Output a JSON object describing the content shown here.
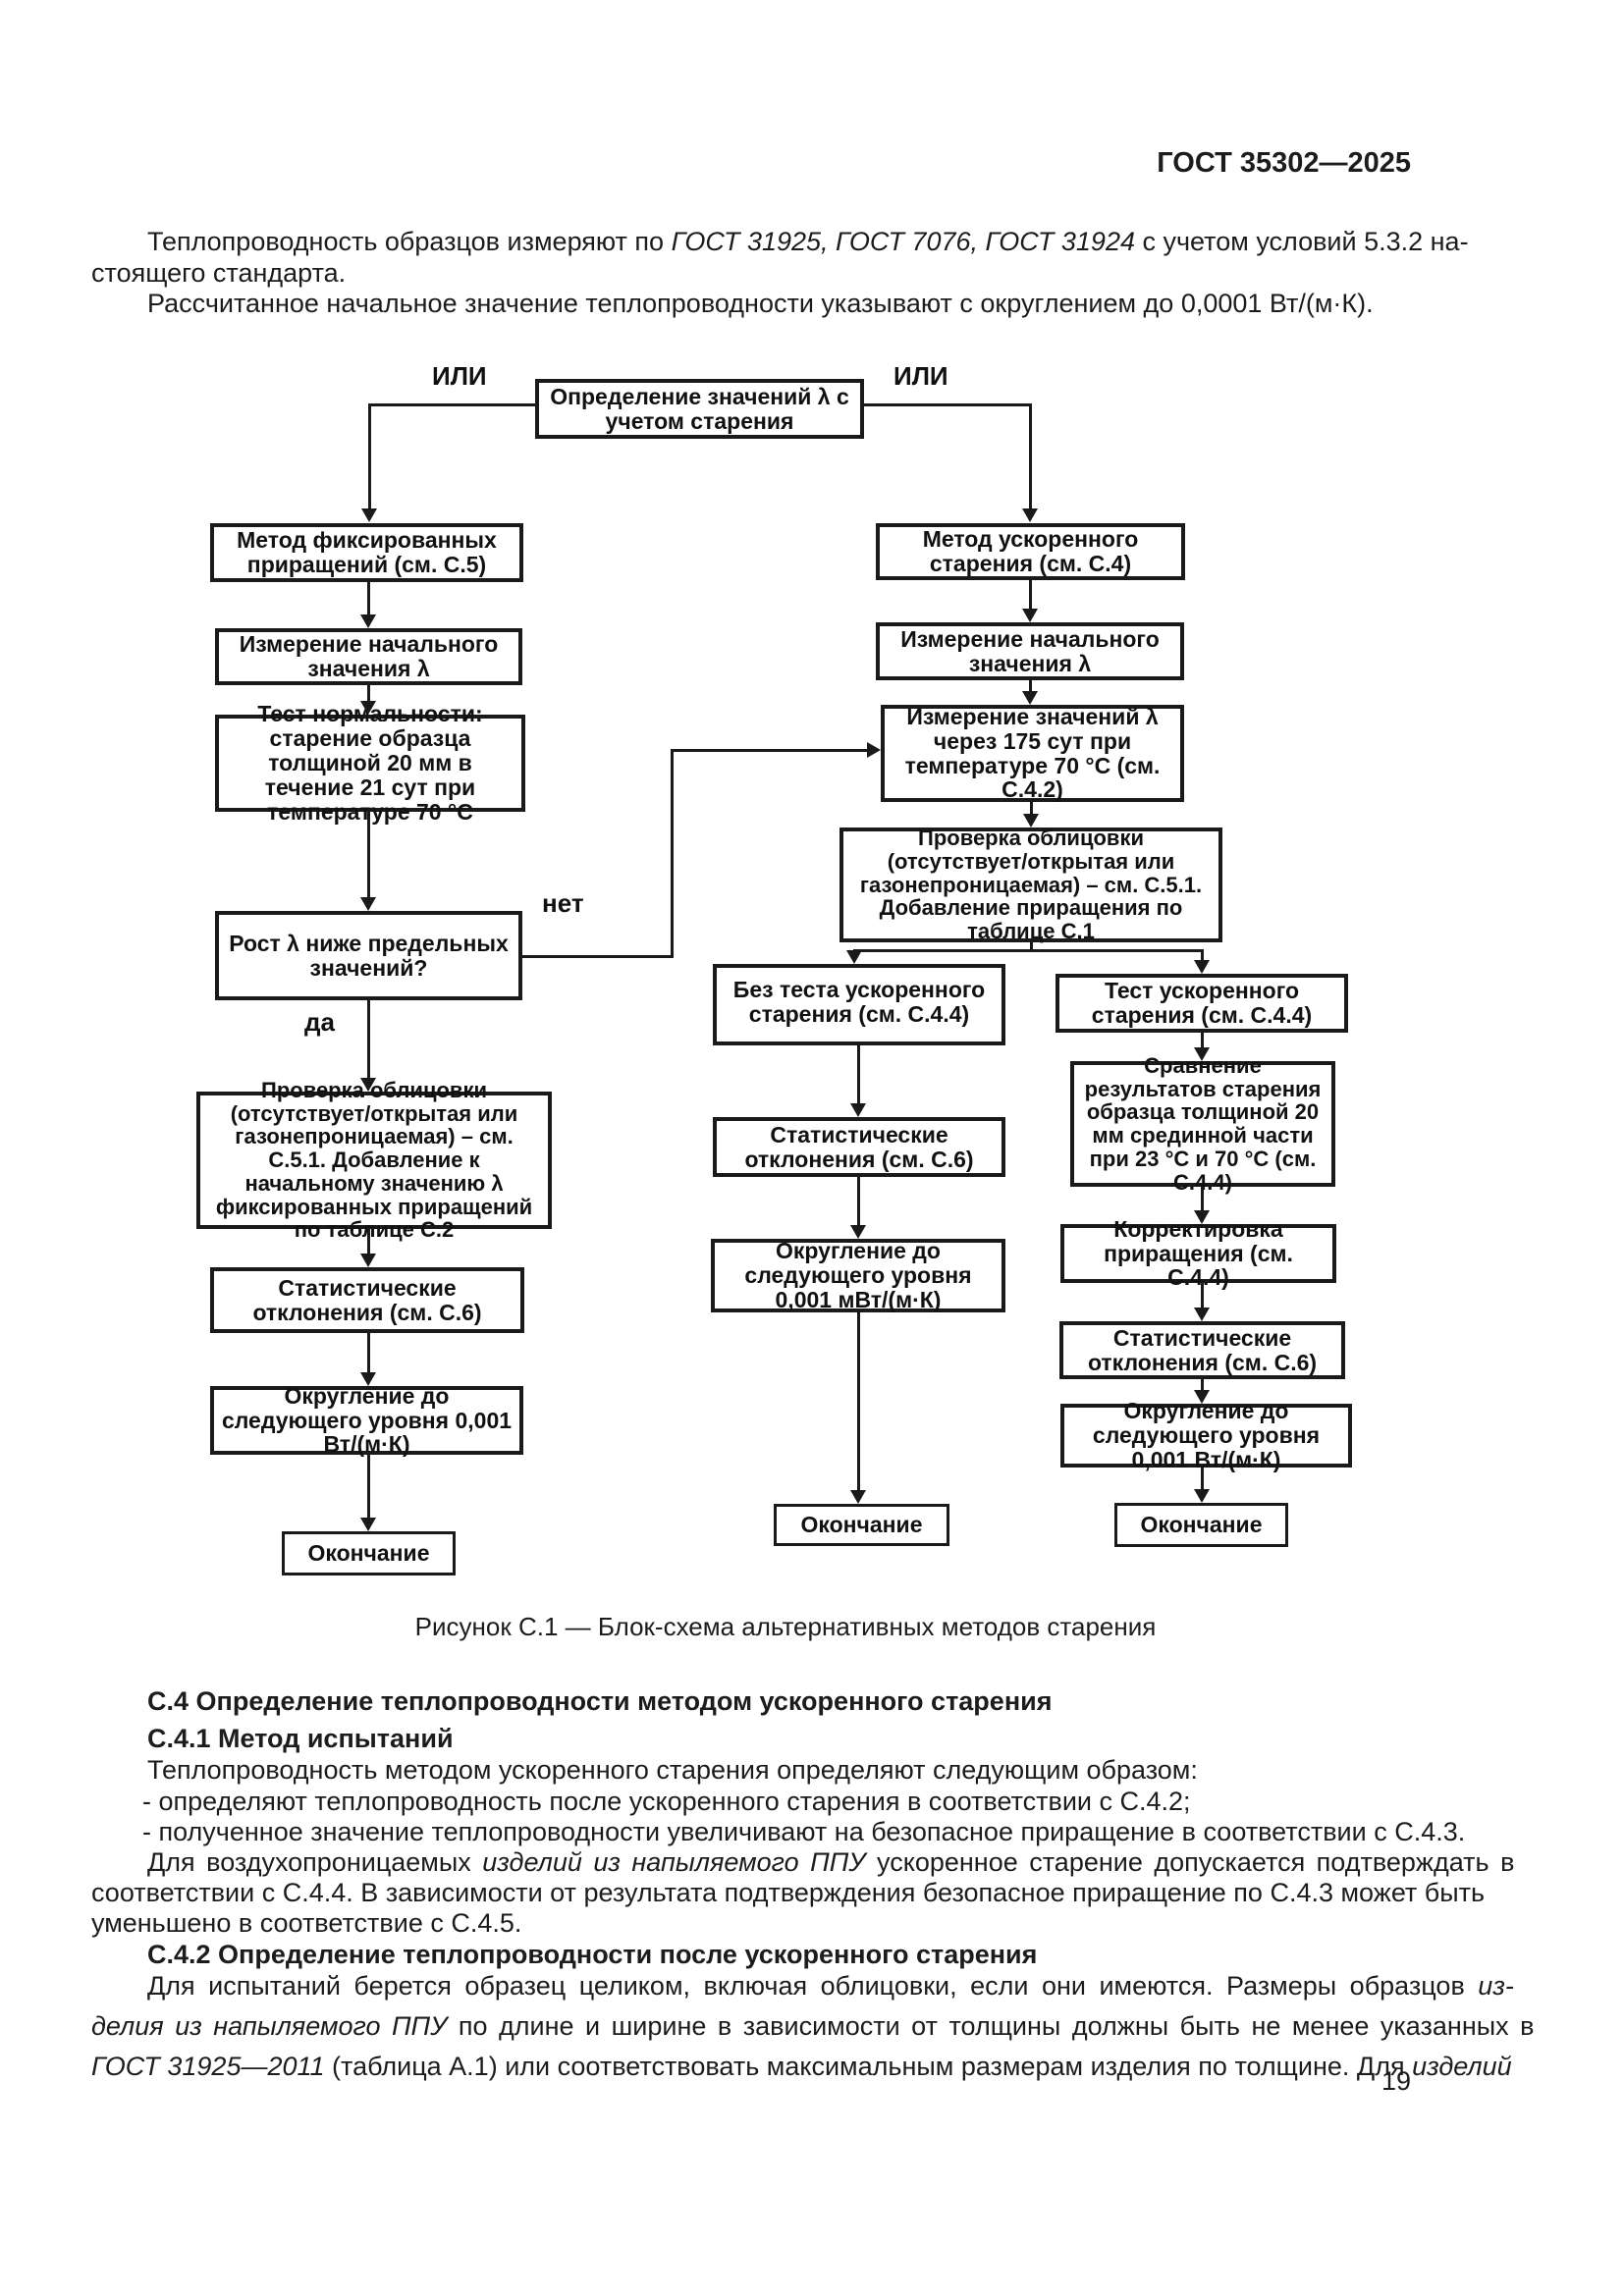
{
  "page": {
    "header_title": "ГОСТ 35302—2025",
    "page_number": "19"
  },
  "intro": {
    "line1": {
      "pre": "Теплопроводность образцов измеряют по ",
      "italic": "ГОСТ 31925, ГОСТ 7076, ГОСТ 31924",
      "post": " с учетом условий 5.3.2 на-"
    },
    "line2": "стоящего стандарта.",
    "line3": "Рассчитанное начальное значение теплопроводности указывают с округлением до 0,0001 Вт/(м·К)."
  },
  "flowchart": {
    "caption": "Рисунок С.1 — Блок-схема альтернативных методов старения",
    "labels": {
      "or_left": "ИЛИ",
      "or_right": "ИЛИ",
      "no": "нет",
      "yes": "да"
    },
    "nodes": {
      "start": "Определение значений λ с учетом старения",
      "l1": "Метод фиксированных приращений (см. С.5)",
      "l2": "Измерение начального значения λ",
      "l3": "Тест нормальности: старение образца толщиной 20 мм в течение 21 сут при температуре 70 °С",
      "l4": "Рост λ ниже предельных значений?",
      "l5": "Проверка облицовки (отсутствует/открытая или газонепроницаемая) – см. С.5.1. Добавление к начальному значению λ фиксированных приращений по таблице С.2",
      "l6": "Статистические отклонения (см. С.6)",
      "l7": "Округление до следующего уровня 0,001 Вт/(м·К)",
      "l8": "Окончание",
      "r1": "Метод ускоренного старения (см. С.4)",
      "r2": "Измерение начального значения λ",
      "r3": "Измерение значений λ через 175 сут при температуре 70 °С (см. С.4.2)",
      "r4": "Проверка облицовки (отсутствует/открытая или газонепроницаемая) – см. С.5.1. Добавление приращения по таблице С.1",
      "m1": "Без теста ускоренного старения (см. С.4.4)",
      "m2": "Статистические отклонения (см. С.6)",
      "m3": "Округление до следующего уровня 0,001 мВт/(м·К)",
      "m4": "Окончание",
      "t1": "Тест ускоренного старения (см. С.4.4)",
      "t2": "Сравнение результатов старения образца толщиной 20 мм срединной части при 23 °С и 70 °С (см. С.4.4)",
      "t3": "Корректировка приращения (см. С.4.4)",
      "t4": "Статистические отклонения (см. С.6)",
      "t5": "Округление до следующего уровня 0,001 Вт/(м·К)",
      "t6": "Окончание"
    }
  },
  "sections": {
    "c4_heading": "С.4 Определение теплопроводности методом ускоренного старения",
    "c41_heading": "С.4.1 Метод испытаний",
    "c41": {
      "l1": "Теплопроводность методом ускоренного старения определяют следующим образом:",
      "l2": "- определяют теплопроводность после ускоренного старения в соответствии с С.4.2;",
      "l3": "- полученное значение теплопроводности увеличивают на безопасное приращение в соответствии с С.4.3.",
      "l4": {
        "pre": "Для воздухопроницаемых ",
        "italic": "изделий из напыляемого ППУ",
        "post": " ускоренное старение допускается подтверждать в"
      },
      "l5": "соответствии с С.4.4. В зависимости от результата подтверждения безопасное приращение по С.4.3 может быть",
      "l6": "уменьшено в соответствие с С.4.5."
    },
    "c42_heading": "С.4.2 Определение теплопроводности после ускоренного старения",
    "c42": {
      "l1": {
        "pre": "Для испытаний берется образец целиком, включая облицовки, если они имеются. Размеры образцов ",
        "italic": "из-"
      },
      "l2": {
        "italic": "делия из напыляемого ППУ",
        "post": " по длине и ширине в зависимости от толщины должны быть не менее указанных в"
      },
      "l3": {
        "italic": "ГОСТ 31925—2011",
        "mid": " (таблица А.1) или соответствовать максимальным размерам изделия по толщине. Для ",
        "italic2": "изделий"
      }
    }
  }
}
